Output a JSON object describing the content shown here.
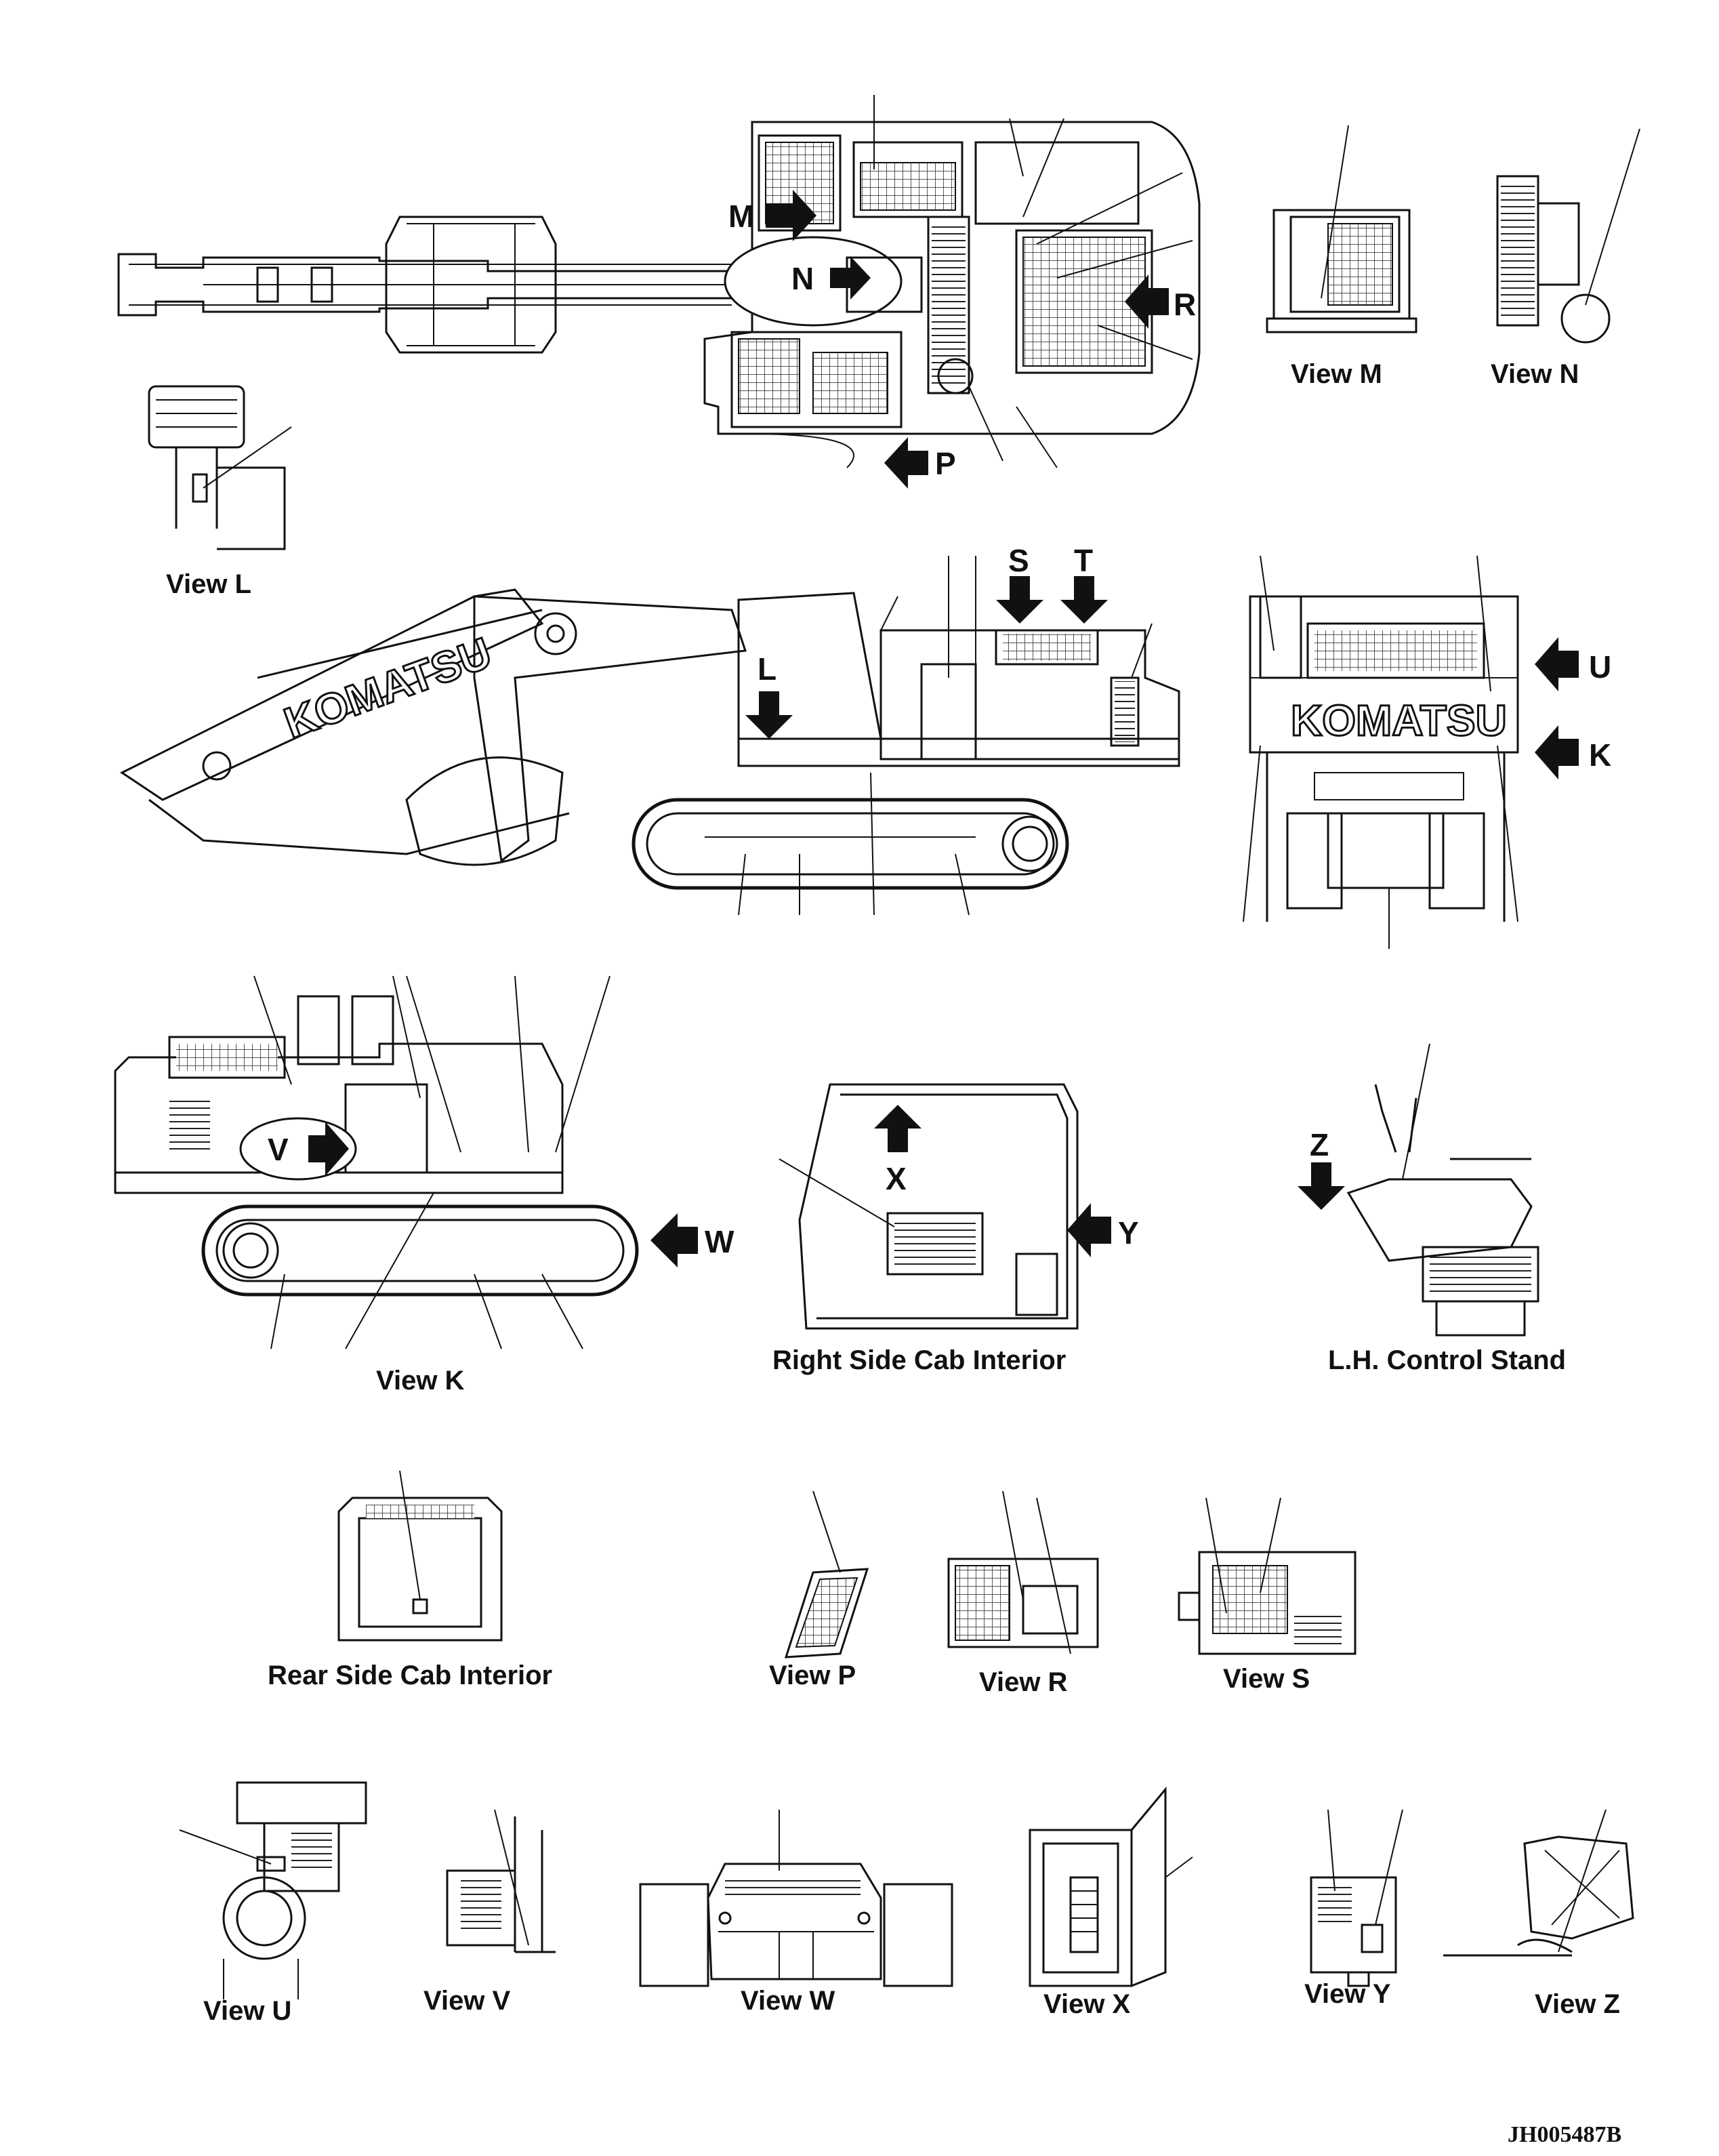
{
  "brand_text": "KOMATSU",
  "view_labels": {
    "view_l": "View L",
    "view_m": "View M",
    "view_n": "View N",
    "view_k": "View K",
    "right_side_cab_interior": "Right Side Cab Interior",
    "lh_control_stand": "L.H. Control Stand",
    "rear_side_cab_interior": "Rear Side Cab Interior",
    "view_p": "View P",
    "view_r": "View R",
    "view_s": "View S",
    "view_u": "View U",
    "view_v": "View V",
    "view_w": "View W",
    "view_x": "View X",
    "view_y": "View Y",
    "view_z": "View Z"
  },
  "arrow_letters": {
    "m": "M",
    "n": "N",
    "r": "R",
    "p": "P",
    "l": "L",
    "s": "S",
    "t": "T",
    "u": "U",
    "k": "K",
    "v": "V",
    "w": "W",
    "x": "X",
    "y": "Y",
    "z": "Z"
  },
  "drawing_code": "JH005487B",
  "colors": {
    "line": "#111111",
    "background": "#ffffff"
  }
}
